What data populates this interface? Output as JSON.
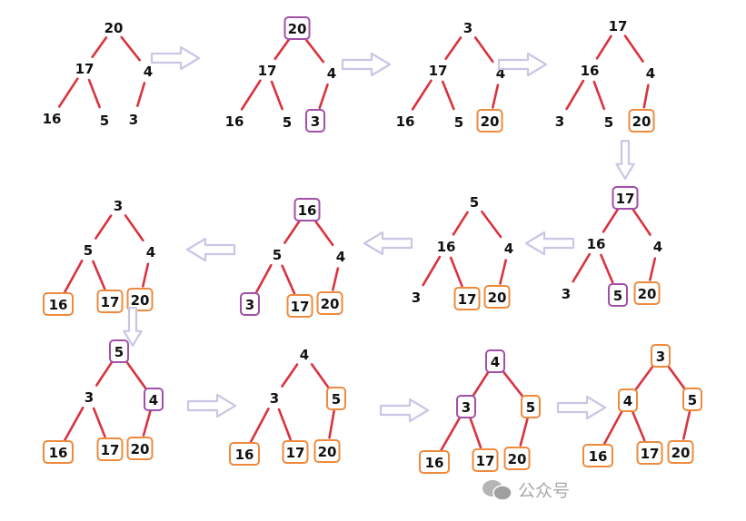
{
  "colors": {
    "edge": "#d9333f",
    "swap_highlight": "#a24fa8",
    "sorted_highlight": "#ef8a3c",
    "arrow": "#c9c6e6",
    "text": "#111111"
  },
  "trees": [
    {
      "nodes": [
        {
          "v": "20",
          "h": ""
        },
        {
          "v": "17",
          "h": ""
        },
        {
          "v": "4",
          "h": ""
        },
        {
          "v": "16",
          "h": ""
        },
        {
          "v": "5",
          "h": ""
        },
        {
          "v": "3",
          "h": ""
        }
      ]
    },
    {
      "nodes": [
        {
          "v": "20",
          "h": "swap"
        },
        {
          "v": "17",
          "h": ""
        },
        {
          "v": "4",
          "h": ""
        },
        {
          "v": "16",
          "h": ""
        },
        {
          "v": "5",
          "h": ""
        },
        {
          "v": "3",
          "h": "swap"
        }
      ]
    },
    {
      "nodes": [
        {
          "v": "3",
          "h": ""
        },
        {
          "v": "17",
          "h": ""
        },
        {
          "v": "4",
          "h": ""
        },
        {
          "v": "16",
          "h": ""
        },
        {
          "v": "5",
          "h": ""
        },
        {
          "v": "20",
          "h": "sorted"
        }
      ]
    },
    {
      "nodes": [
        {
          "v": "17",
          "h": ""
        },
        {
          "v": "16",
          "h": ""
        },
        {
          "v": "4",
          "h": ""
        },
        {
          "v": "3",
          "h": ""
        },
        {
          "v": "5",
          "h": ""
        },
        {
          "v": "20",
          "h": "sorted"
        }
      ]
    },
    {
      "nodes": [
        {
          "v": "17",
          "h": "swap"
        },
        {
          "v": "16",
          "h": ""
        },
        {
          "v": "4",
          "h": ""
        },
        {
          "v": "3",
          "h": ""
        },
        {
          "v": "5",
          "h": "swap"
        },
        {
          "v": "20",
          "h": "sorted"
        }
      ]
    },
    {
      "nodes": [
        {
          "v": "5",
          "h": ""
        },
        {
          "v": "16",
          "h": ""
        },
        {
          "v": "4",
          "h": ""
        },
        {
          "v": "3",
          "h": ""
        },
        {
          "v": "17",
          "h": "sorted"
        },
        {
          "v": "20",
          "h": "sorted"
        }
      ]
    },
    {
      "nodes": [
        {
          "v": "16",
          "h": "swap"
        },
        {
          "v": "5",
          "h": ""
        },
        {
          "v": "4",
          "h": ""
        },
        {
          "v": "3",
          "h": "swap"
        },
        {
          "v": "17",
          "h": "sorted"
        },
        {
          "v": "20",
          "h": "sorted"
        }
      ]
    },
    {
      "nodes": [
        {
          "v": "3",
          "h": ""
        },
        {
          "v": "5",
          "h": ""
        },
        {
          "v": "4",
          "h": ""
        },
        {
          "v": "16",
          "h": "sorted"
        },
        {
          "v": "17",
          "h": "sorted"
        },
        {
          "v": "20",
          "h": "sorted"
        }
      ]
    },
    {
      "nodes": [
        {
          "v": "5",
          "h": "swap"
        },
        {
          "v": "3",
          "h": ""
        },
        {
          "v": "4",
          "h": "swap"
        },
        {
          "v": "16",
          "h": "sorted"
        },
        {
          "v": "17",
          "h": "sorted"
        },
        {
          "v": "20",
          "h": "sorted"
        }
      ]
    },
    {
      "nodes": [
        {
          "v": "4",
          "h": ""
        },
        {
          "v": "3",
          "h": ""
        },
        {
          "v": "5",
          "h": "sorted"
        },
        {
          "v": "16",
          "h": "sorted"
        },
        {
          "v": "17",
          "h": "sorted"
        },
        {
          "v": "20",
          "h": "sorted"
        }
      ]
    },
    {
      "nodes": [
        {
          "v": "4",
          "h": "swap"
        },
        {
          "v": "3",
          "h": "swap"
        },
        {
          "v": "5",
          "h": "sorted"
        },
        {
          "v": "16",
          "h": "sorted"
        },
        {
          "v": "17",
          "h": "sorted"
        },
        {
          "v": "20",
          "h": "sorted"
        }
      ]
    },
    {
      "nodes": [
        {
          "v": "3",
          "h": "sorted"
        },
        {
          "v": "4",
          "h": "sorted"
        },
        {
          "v": "5",
          "h": "sorted"
        },
        {
          "v": "16",
          "h": "sorted"
        },
        {
          "v": "17",
          "h": "sorted"
        },
        {
          "v": "20",
          "h": "sorted"
        }
      ]
    }
  ],
  "arrows": [
    "right",
    "right",
    "right",
    "down",
    "left",
    "left",
    "left",
    "down",
    "right",
    "right",
    "right"
  ],
  "watermark": {
    "text": "公众号",
    "icon": "wechat-icon"
  }
}
